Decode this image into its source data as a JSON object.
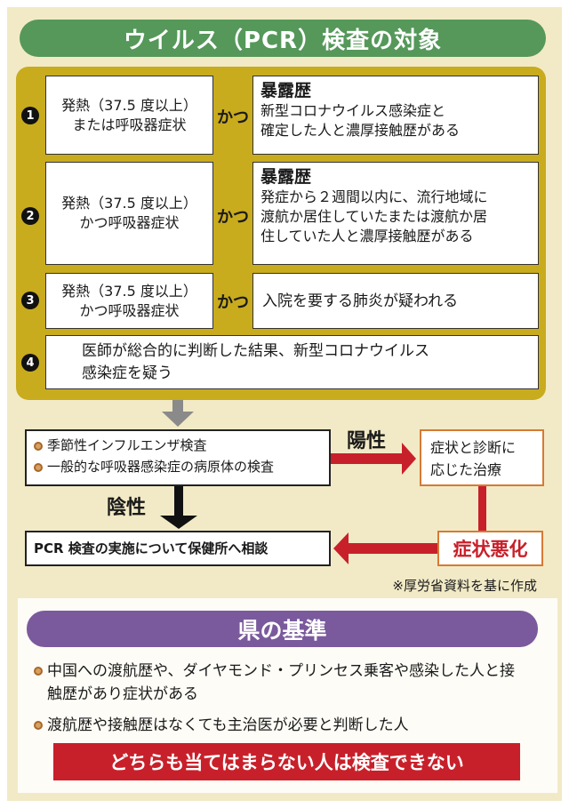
{
  "title": "ウイルス（PCR）検査の対象",
  "criteria": [
    {
      "num": "1",
      "left": [
        "発熱（37.5 度以上）",
        "または呼吸器症状"
      ],
      "connector": "かつ",
      "heading": "暴露歴",
      "right": [
        "新型コロナウイルス感染症と",
        "確定した人と濃厚接触歴がある"
      ]
    },
    {
      "num": "2",
      "left": [
        "発熱（37.5 度以上）",
        "かつ呼吸器症状"
      ],
      "connector": "かつ",
      "heading": "暴露歴",
      "right": [
        "発症から２週間以内に、流行地域に",
        "渡航か居住していたまたは渡航か居",
        "住していた人と濃厚接触歴がある"
      ]
    },
    {
      "num": "3",
      "left": [
        "発熱（37.5 度以上）",
        "かつ呼吸器症状"
      ],
      "connector": "かつ",
      "right": [
        "入院を要する肺炎が疑われる"
      ]
    },
    {
      "num": "4",
      "full": [
        "医師が総合的に判断した結果、新型コロナウイルス",
        "感染症を疑う"
      ]
    }
  ],
  "flow": {
    "tests": [
      "季節性インフルエンザ検査",
      "一般的な呼吸器感染症の病原体の検査"
    ],
    "positive": "陽性",
    "negative": "陰性",
    "treatment": [
      "症状と診断に",
      "応じた治療"
    ],
    "worsening": "症状悪化",
    "consult": "PCR 検査の実施について保健所へ相談",
    "source_note": "※厚労省資料を基に作成"
  },
  "prefecture": {
    "title": "県の基準",
    "items": [
      "中国への渡航歴や、ダイヤモンド・プリンセス乗客や感染した人と接触歴があり症状がある",
      "渡航歴や接触歴はなくても主治医が必要と判断した人"
    ],
    "warning": "どちらも当てはまらない人は検査できない"
  },
  "colors": {
    "green": "#55985a",
    "olive": "#c9ab1e",
    "red": "#c8202a",
    "purple": "#7a5a9c",
    "orange": "#d67a35"
  }
}
